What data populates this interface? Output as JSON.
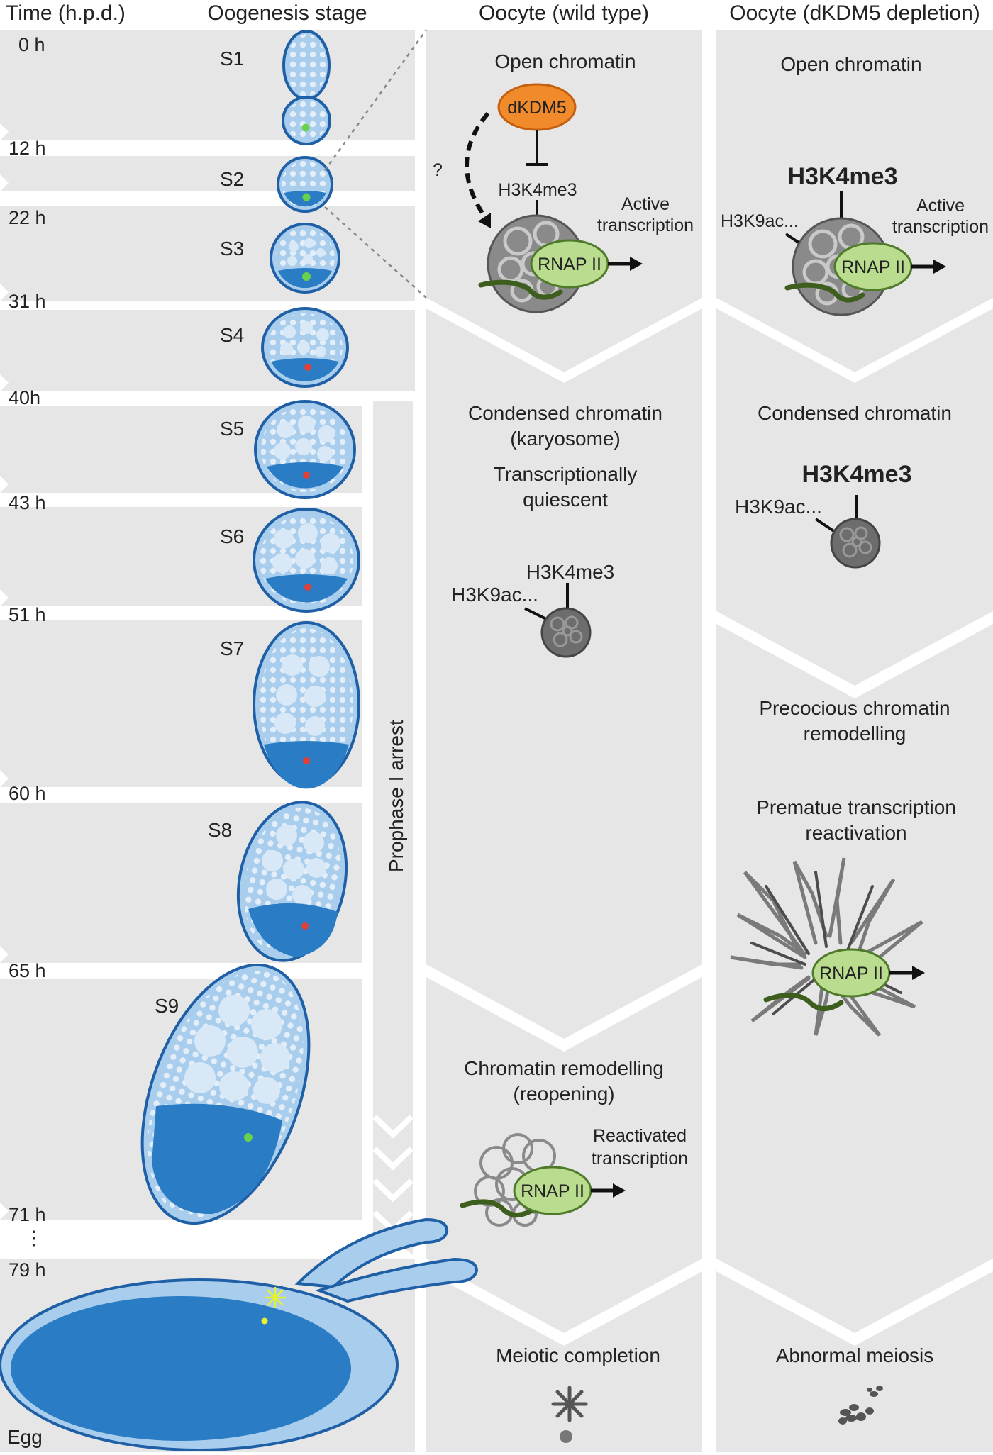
{
  "headers": {
    "time": "Time (h.p.d.)",
    "stage": "Oogenesis stage",
    "wt": "Oocyte (wild type)",
    "kd": "Oocyte (dKDM5 depletion)"
  },
  "times": [
    "0 h",
    "12 h",
    "22 h",
    "31 h",
    "40h",
    "43 h",
    "51 h",
    "60 h",
    "65 h",
    "71 h",
    "79 h"
  ],
  "time_ellipsis": "⋮",
  "stages": [
    "S1",
    "S2",
    "S3",
    "S4",
    "S5",
    "S6",
    "S7",
    "S8",
    "S9"
  ],
  "egg_label": "Egg",
  "prophase_label": "Prophase I arrest",
  "wt": {
    "open_chromatin": "Open chromatin",
    "dkdm5": "dKDM5",
    "question": "?",
    "h3k4me3": "H3K4me3",
    "active_transcription_1": "Active",
    "active_transcription_2": "transcription",
    "rnap": "RNAP II",
    "condensed_1": "Condensed chromatin",
    "condensed_2": "(karyosome)",
    "quiescent_1": "Transcriptionally",
    "quiescent_2": "quiescent",
    "h3k4me3_b": "H3K4me3",
    "h3k9ac": "H3K9ac...",
    "remodelling_1": "Chromatin remodelling",
    "remodelling_2": "(reopening)",
    "reactivated_1": "Reactivated",
    "reactivated_2": "transcription",
    "rnap_b": "RNAP II",
    "meiotic": "Meiotic completion"
  },
  "kd": {
    "open_chromatin": "Open chromatin",
    "h3k4me3": "H3K4me3",
    "h3k9ac": "H3K9ac...",
    "active_transcription_1": "Active",
    "active_transcription_2": "transcription",
    "rnap": "RNAP II",
    "condensed": "Condensed chromatin",
    "h3k4me3_b": "H3K4me3",
    "h3k9ac_b": "H3K9ac...",
    "precocious_1": "Precocious chromatin",
    "precocious_2": "remodelling",
    "premature_1": "Prematue transcription",
    "premature_2": "reactivation",
    "rnap_b": "RNAP II",
    "abnormal": "Abnormal meiosis"
  },
  "colors": {
    "panel": "#e6e6e6",
    "egg_dark": "#2a7dc4",
    "egg_light": "#a9cdec",
    "nurse": "#d8e8f6",
    "dkdm5": "#f08a2a",
    "rnap": "#b9dc8f",
    "rna": "#3d5e1c",
    "green_dot": "#6ad24a",
    "red_dot": "#e0403a"
  }
}
